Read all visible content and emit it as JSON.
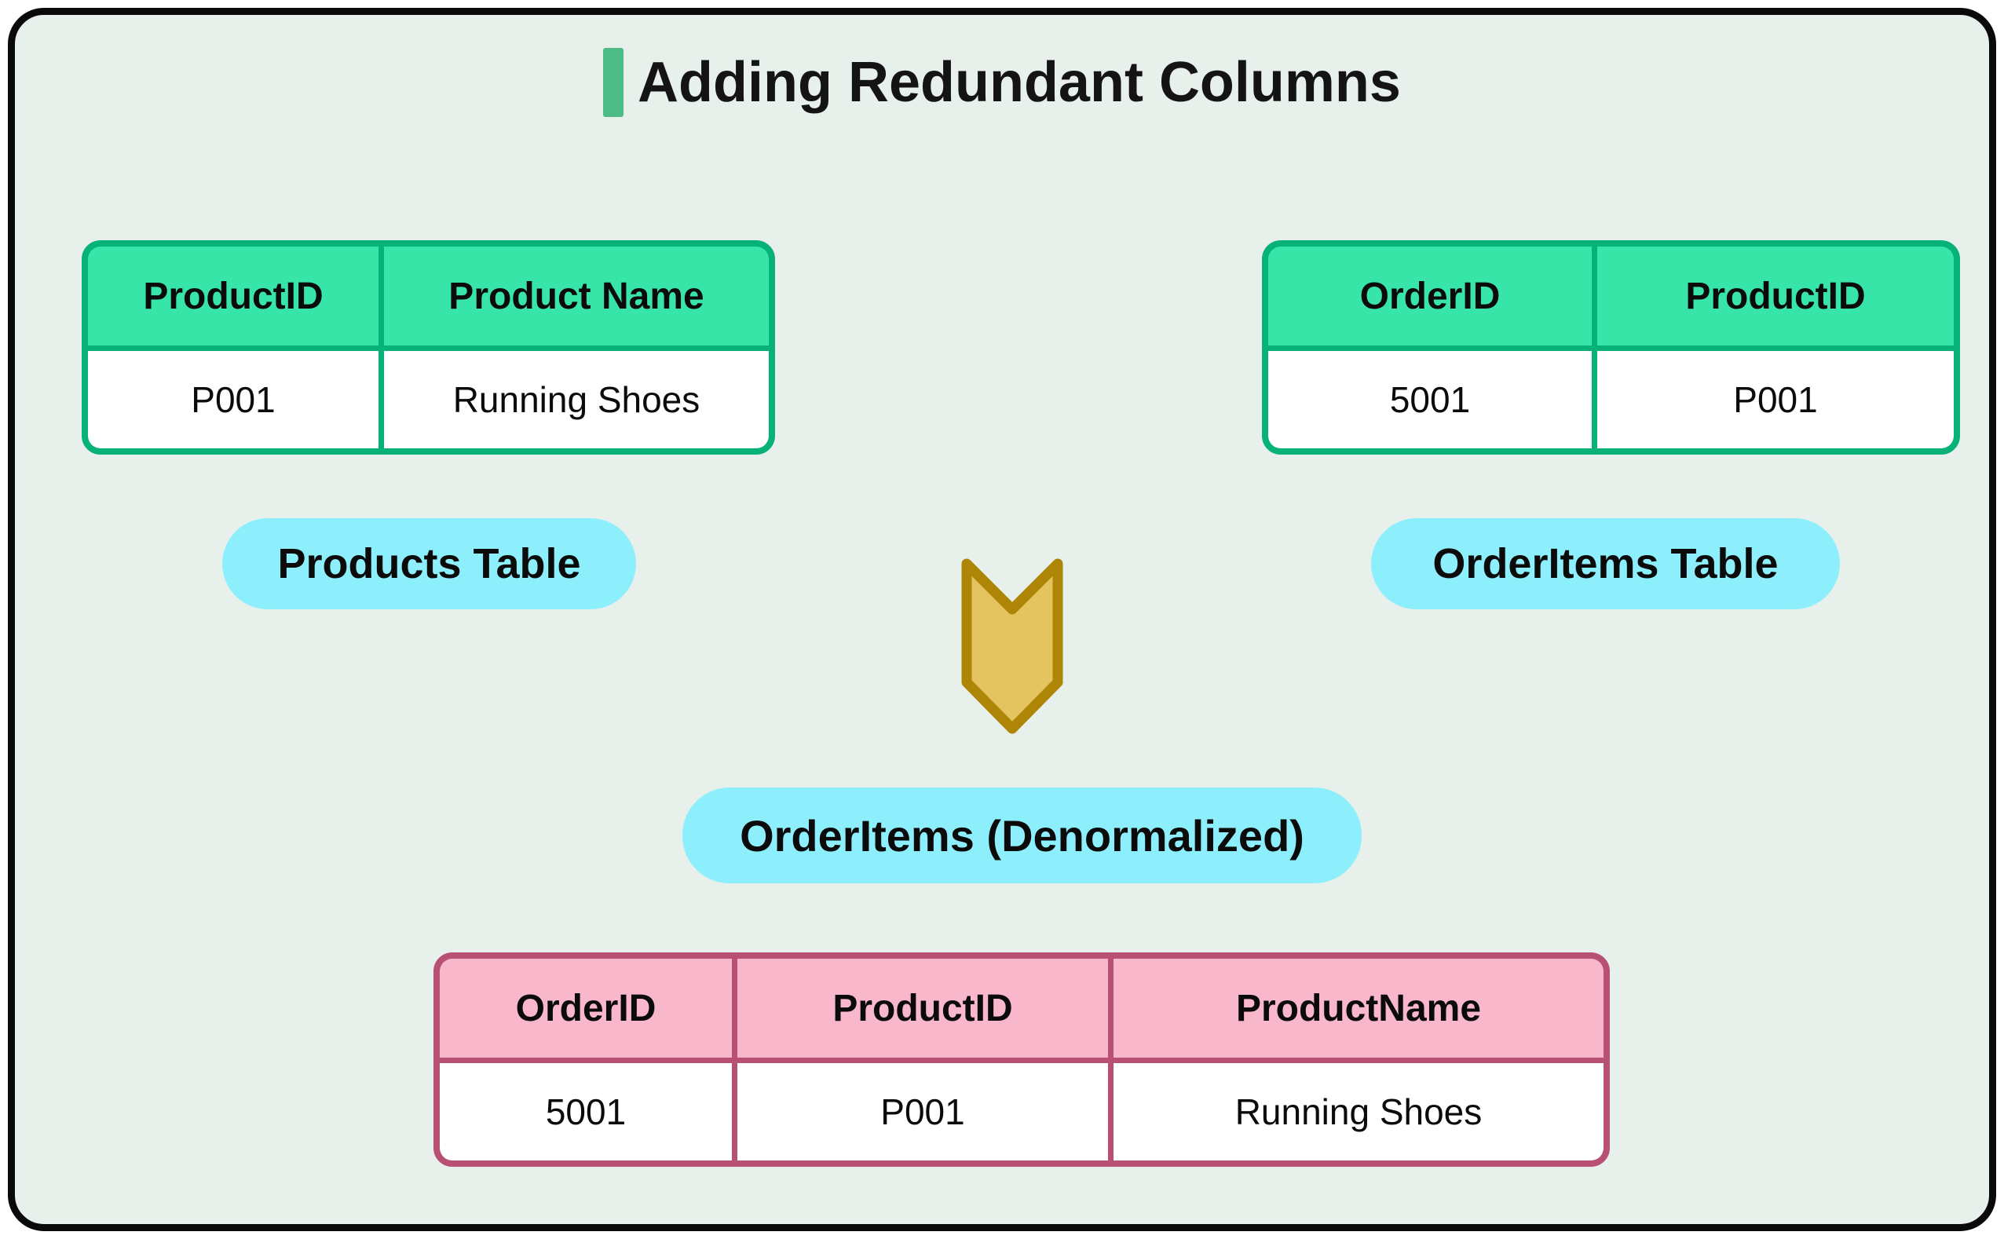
{
  "title": {
    "text": "Adding Redundant Columns"
  },
  "products_table": {
    "label": "Products Table",
    "headers": [
      "ProductID",
      "Product Name"
    ],
    "row": [
      "P001",
      "Running Shoes"
    ]
  },
  "order_items_table": {
    "label": "OrderItems Table",
    "headers": [
      "OrderID",
      "ProductID"
    ],
    "row": [
      "5001",
      "P001"
    ]
  },
  "denormalized_table": {
    "label": "OrderItems (Denormalized)",
    "headers": [
      "OrderID",
      "ProductID",
      "ProductName"
    ],
    "row": [
      "5001",
      "P001",
      "Running Shoes"
    ]
  },
  "icons": {
    "arrow": "chevron-down-arrow"
  },
  "colors": {
    "background": "#e7f0eb",
    "canvas_border": "#0a0a0a",
    "table_green_header": "#38e5a9",
    "table_green_border": "#06b278",
    "table_pink_header": "#f8b7cb",
    "table_pink_border": "#b85073",
    "label_pill": "#8eeffc",
    "arrow_fill": "#e4c45f",
    "arrow_stroke": "#ae8506",
    "title_accent": "#4cbb85",
    "text": "#0b0b0b"
  }
}
